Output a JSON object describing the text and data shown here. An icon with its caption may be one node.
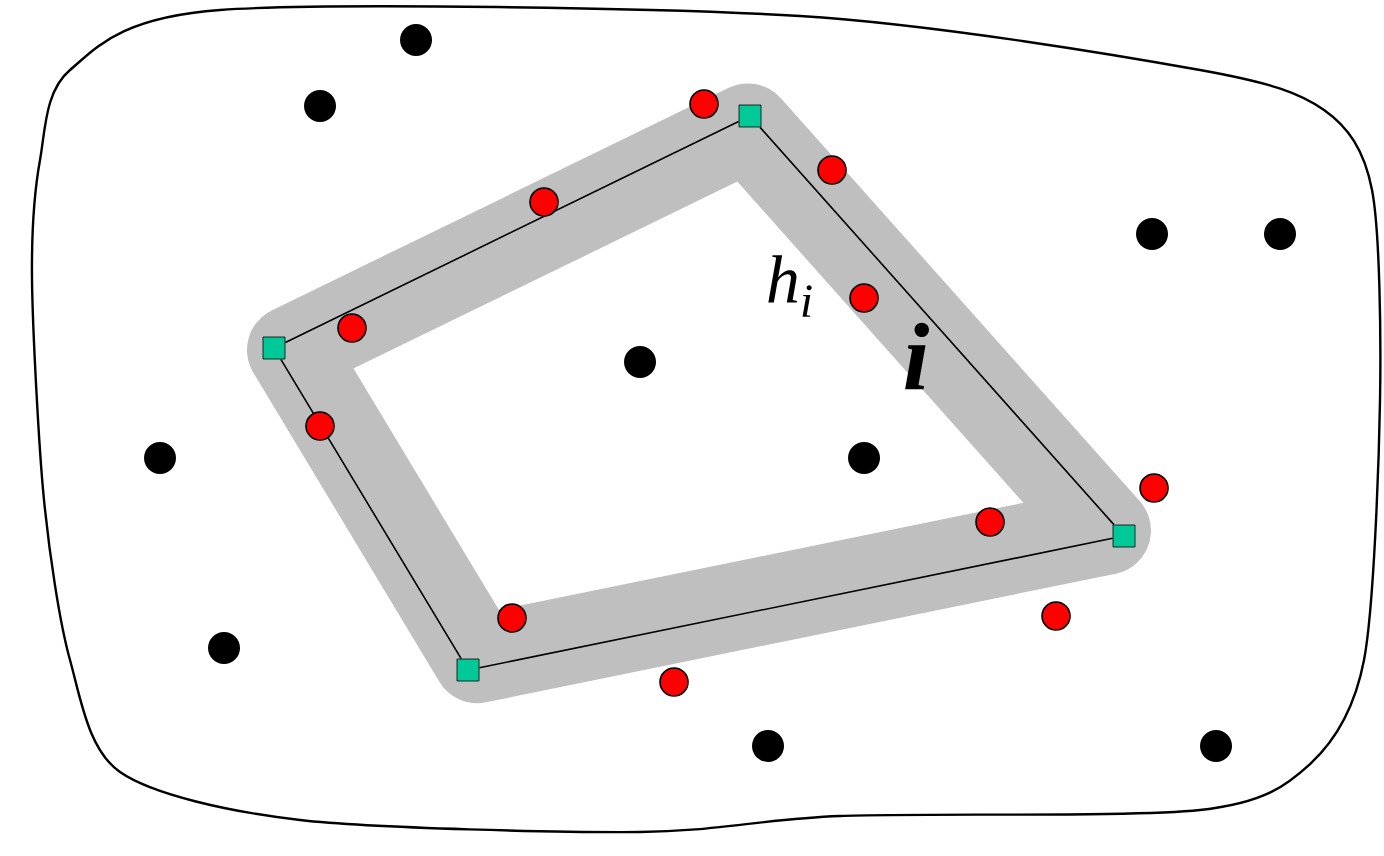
{
  "diagram": {
    "nodes": [
      {
        "text": [],
        "shape": "box"
      },
      {
        "text": [],
        "shape": "box"
      },
      {
        "text": [],
        "shape": "box"
      },
      {
        "text": [],
        "shape": "box"
      }
    ],
    "edges": [
      {
        "from": 0,
        "to": 1,
        "arrow": "none"
      },
      {
        "from": 1,
        "to": 2,
        "arrow": "none"
      },
      {
        "from": 2,
        "to": 3,
        "arrow": "none"
      },
      {
        "from": 3,
        "to": 0,
        "arrow": "none"
      }
    ],
    "labels": [
      "h$_{i}$",
      "i"
    ]
  }
}
